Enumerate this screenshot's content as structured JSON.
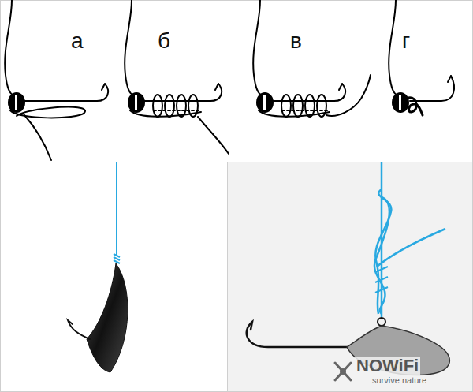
{
  "diagram": {
    "labels": [
      "а",
      "б",
      "в",
      "г",
      "NOWiFi",
      "survive nature"
    ]
  }
}
